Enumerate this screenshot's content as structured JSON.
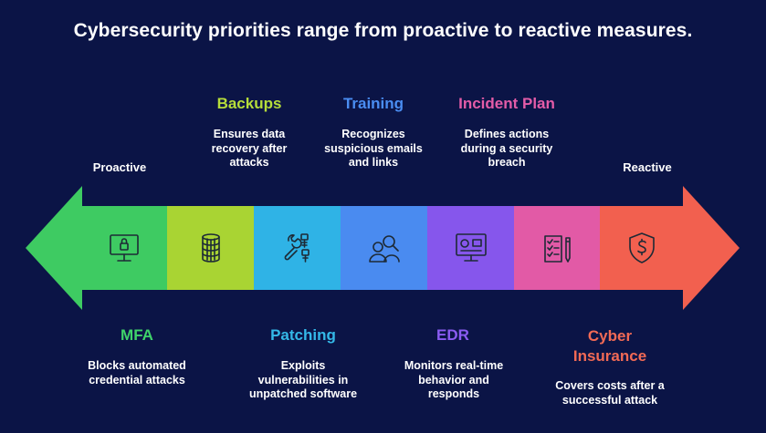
{
  "title": "Cybersecurity priorities range from proactive to reactive measures.",
  "ends": {
    "left": "Proactive",
    "right": "Reactive"
  },
  "top_items": [
    {
      "label": "Backups",
      "color": "#b6dd3a",
      "desc": [
        "Ensures data",
        "recovery after",
        "attacks"
      ]
    },
    {
      "label": "Training",
      "color": "#4a8df2",
      "desc": [
        "Recognizes",
        "suspicious emails",
        "and links"
      ]
    },
    {
      "label": "Incident Plan",
      "color": "#e45ca8",
      "desc": [
        "Defines actions",
        "during a security",
        "breach"
      ]
    }
  ],
  "bottom_items": [
    {
      "label": "MFA",
      "color": "#3fd36a",
      "desc": [
        "Blocks automated",
        "credential attacks"
      ]
    },
    {
      "label": "Patching",
      "color": "#34b8e8",
      "desc": [
        "Exploits",
        "vulnerabilities in",
        "unpatched software"
      ]
    },
    {
      "label": "EDR",
      "color": "#8b5cf2",
      "desc": [
        "Monitors real-time",
        "behavior and",
        "responds"
      ]
    },
    {
      "label_lines": [
        "Cyber",
        "Insurance"
      ],
      "color": "#f26a55",
      "desc": [
        "Covers costs after a",
        "successful attack"
      ]
    }
  ],
  "segments": [
    {
      "name": "mfa",
      "color": "#3ecb62",
      "icon": "monitor-lock-icon"
    },
    {
      "name": "backups",
      "color": "#a9d433",
      "icon": "database-icon"
    },
    {
      "name": "patching",
      "color": "#2fb3e6",
      "icon": "wrench-bolts-icon"
    },
    {
      "name": "training",
      "color": "#4a8bf0",
      "icon": "people-search-icon"
    },
    {
      "name": "edr",
      "color": "#8656ec",
      "icon": "monitor-dashboard-icon"
    },
    {
      "name": "incident-plan",
      "color": "#e25aa6",
      "icon": "checklist-pen-icon"
    },
    {
      "name": "cyber-insurance",
      "color": "#f2604f",
      "icon": "shield-dollar-icon"
    }
  ],
  "arrow_colors": {
    "left_head": "#3ecb62",
    "right_head": "#f2604f"
  }
}
